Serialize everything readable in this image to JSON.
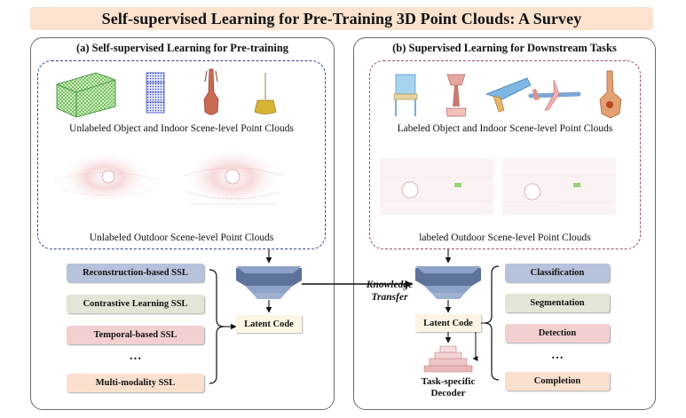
{
  "title": "Self-supervised Learning for Pre-Training 3D Point Clouds: A Survey",
  "panel_a": {
    "heading": "(a) Self-supervised Learning for Pre-training",
    "caption_objects": "Unlabeled Object and Indoor Scene-level Point Clouds",
    "caption_outdoor": "Unlabeled Outdoor Scene-level Point Clouds",
    "methods": [
      "Reconstruction-based SSL",
      "Contrastive Learning SSL",
      "Temporal-based SSL",
      "Multi-modality SSL"
    ],
    "ellipsis": "…",
    "latent": "Latent Code"
  },
  "panel_b": {
    "heading": "(b) Supervised Learning for Downstream Tasks",
    "caption_objects": "Labeled Object and Indoor Scene-level Point Clouds",
    "caption_outdoor": "labeled Outdoor Scene-level Point Clouds",
    "tasks": [
      "Classification",
      "Segmentation",
      "Detection",
      "Completion"
    ],
    "ellipsis": "…",
    "latent": "Latent Code",
    "decoder_line1": "Task-specific",
    "decoder_line2": "Decoder"
  },
  "transfer": {
    "line1": "Knowledge",
    "line2": "Transfer"
  },
  "colors": {
    "title_bg": "#fbe3cf",
    "dash_blue": "#2d4a86",
    "dash_red": "#9c4f61",
    "pill_blue": "#b7c2db",
    "pill_green": "#e2e6d6",
    "pill_pink": "#f3d0d0",
    "pill_peach": "#fbe0cf",
    "encoder_blue": "#6f86ad"
  }
}
